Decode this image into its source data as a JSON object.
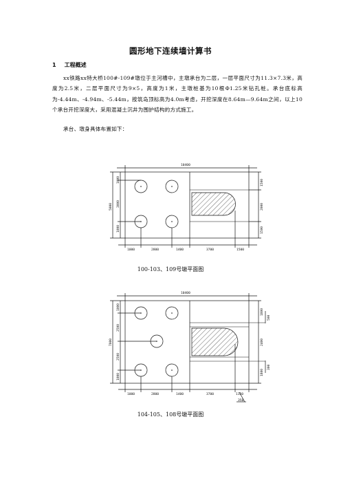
{
  "doc": {
    "title": "圆形地下连续墙计算书",
    "section_number": "1",
    "section_title": "工程概述",
    "paragraph1": "xx铁路xx特大桥100#-109#墩位于主河槽中，主墩承台为二层，一层平面尺寸为11.3×7.3米，高度为2.5米，二层平面尺寸为9×5，高度为1米，主墩桩基为10根Φ1.25米钻孔桩。承台底标高为-4.44m、-4.94m、-5.44m，按筑岛顶标高为4.0m考虑，开挖深度在8.64m—9.64m之间，以上10个承台开挖深度大，采用混凝土沉井为围护结构的方式施工。",
    "paragraph2": "承台、墩身具体布置如下："
  },
  "figure1": {
    "caption": "100-103、109号墩平面图",
    "top_dim": "10400",
    "left_outer": "5000",
    "left_dims": [
      "1000",
      "3000",
      "1000"
    ],
    "right_dims": [
      "1500",
      "2000",
      "1500"
    ],
    "bottom_dims": [
      "1000",
      "2800",
      "1400",
      "3700",
      "1500"
    ]
  },
  "figure2": {
    "caption": "104-105、108号墩平面图",
    "top_dim": "10400",
    "left_outer": "7000",
    "left_dims": [
      "1000",
      "2500",
      "2500",
      "1000"
    ],
    "right_dims": [
      "1800",
      "2400",
      "1800"
    ],
    "right_small": [
      "500",
      "300"
    ],
    "bottom_dims": [
      "1000",
      "2800",
      "1400",
      "3700",
      "1150"
    ],
    "bottom_extra": "350"
  }
}
